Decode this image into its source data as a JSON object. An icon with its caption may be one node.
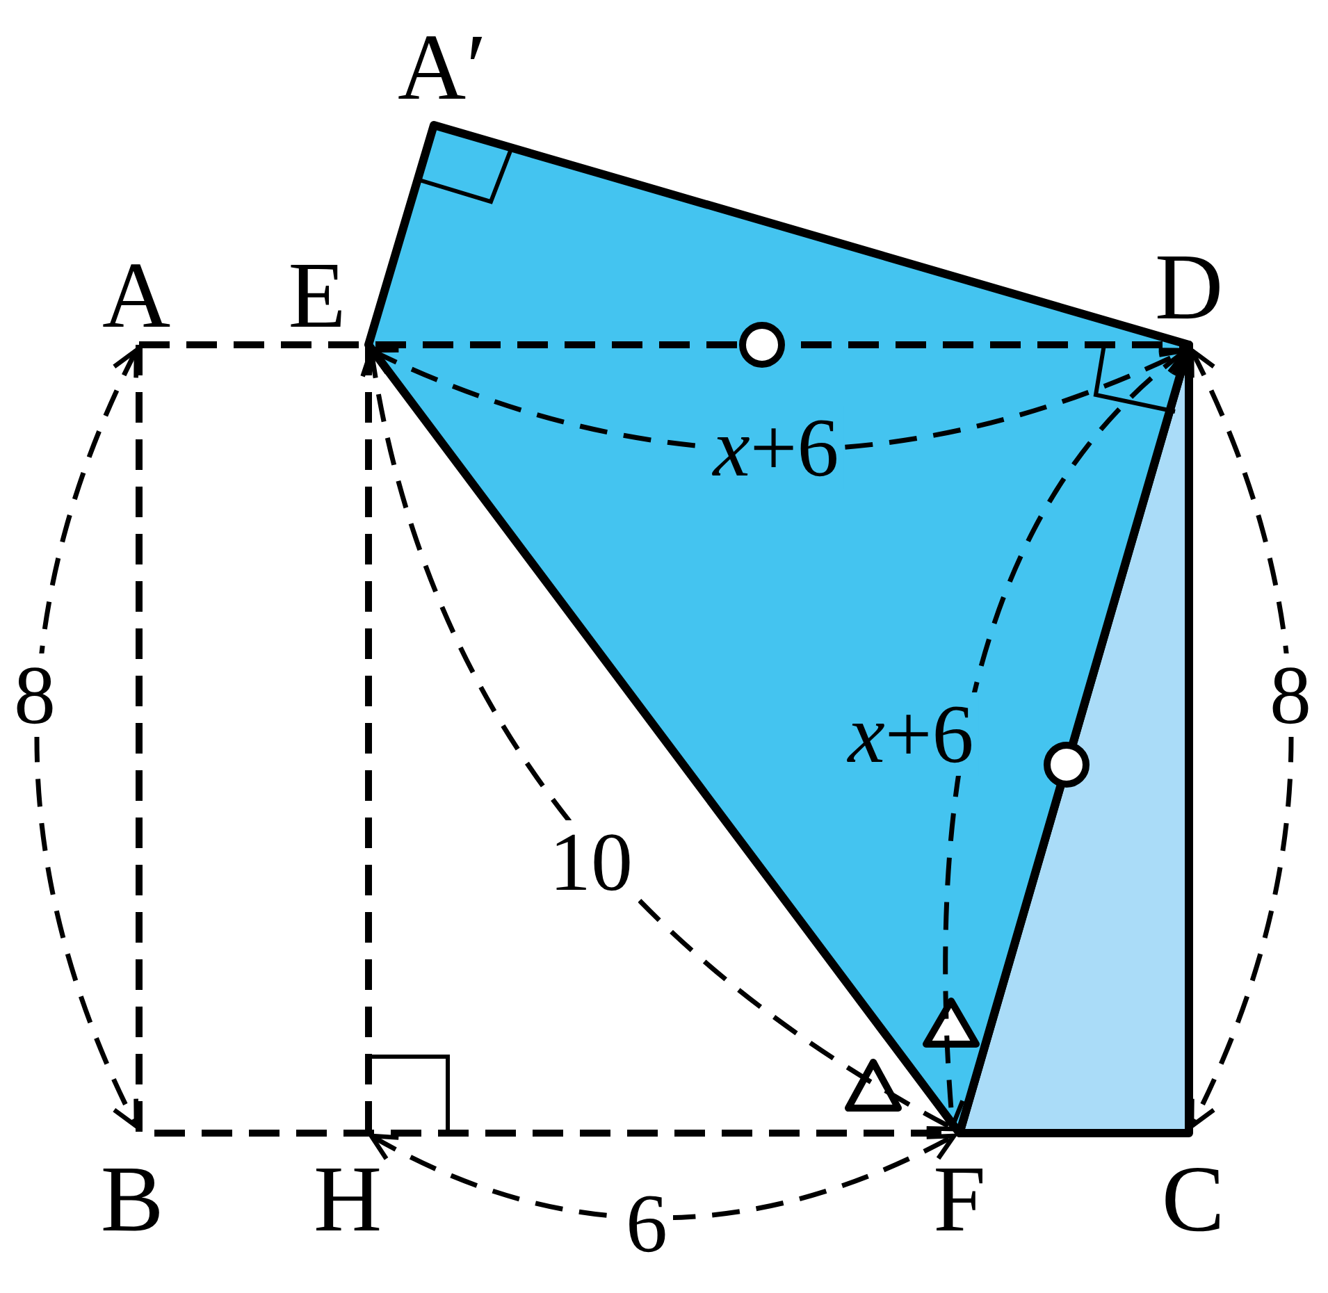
{
  "diagram": {
    "labels": [
      "A′",
      "A",
      "E",
      "D",
      "*x*+6",
      "8",
      "*x*+6",
      "8",
      "10",
      "B",
      "H",
      "6",
      "F",
      "C"
    ]
  }
}
